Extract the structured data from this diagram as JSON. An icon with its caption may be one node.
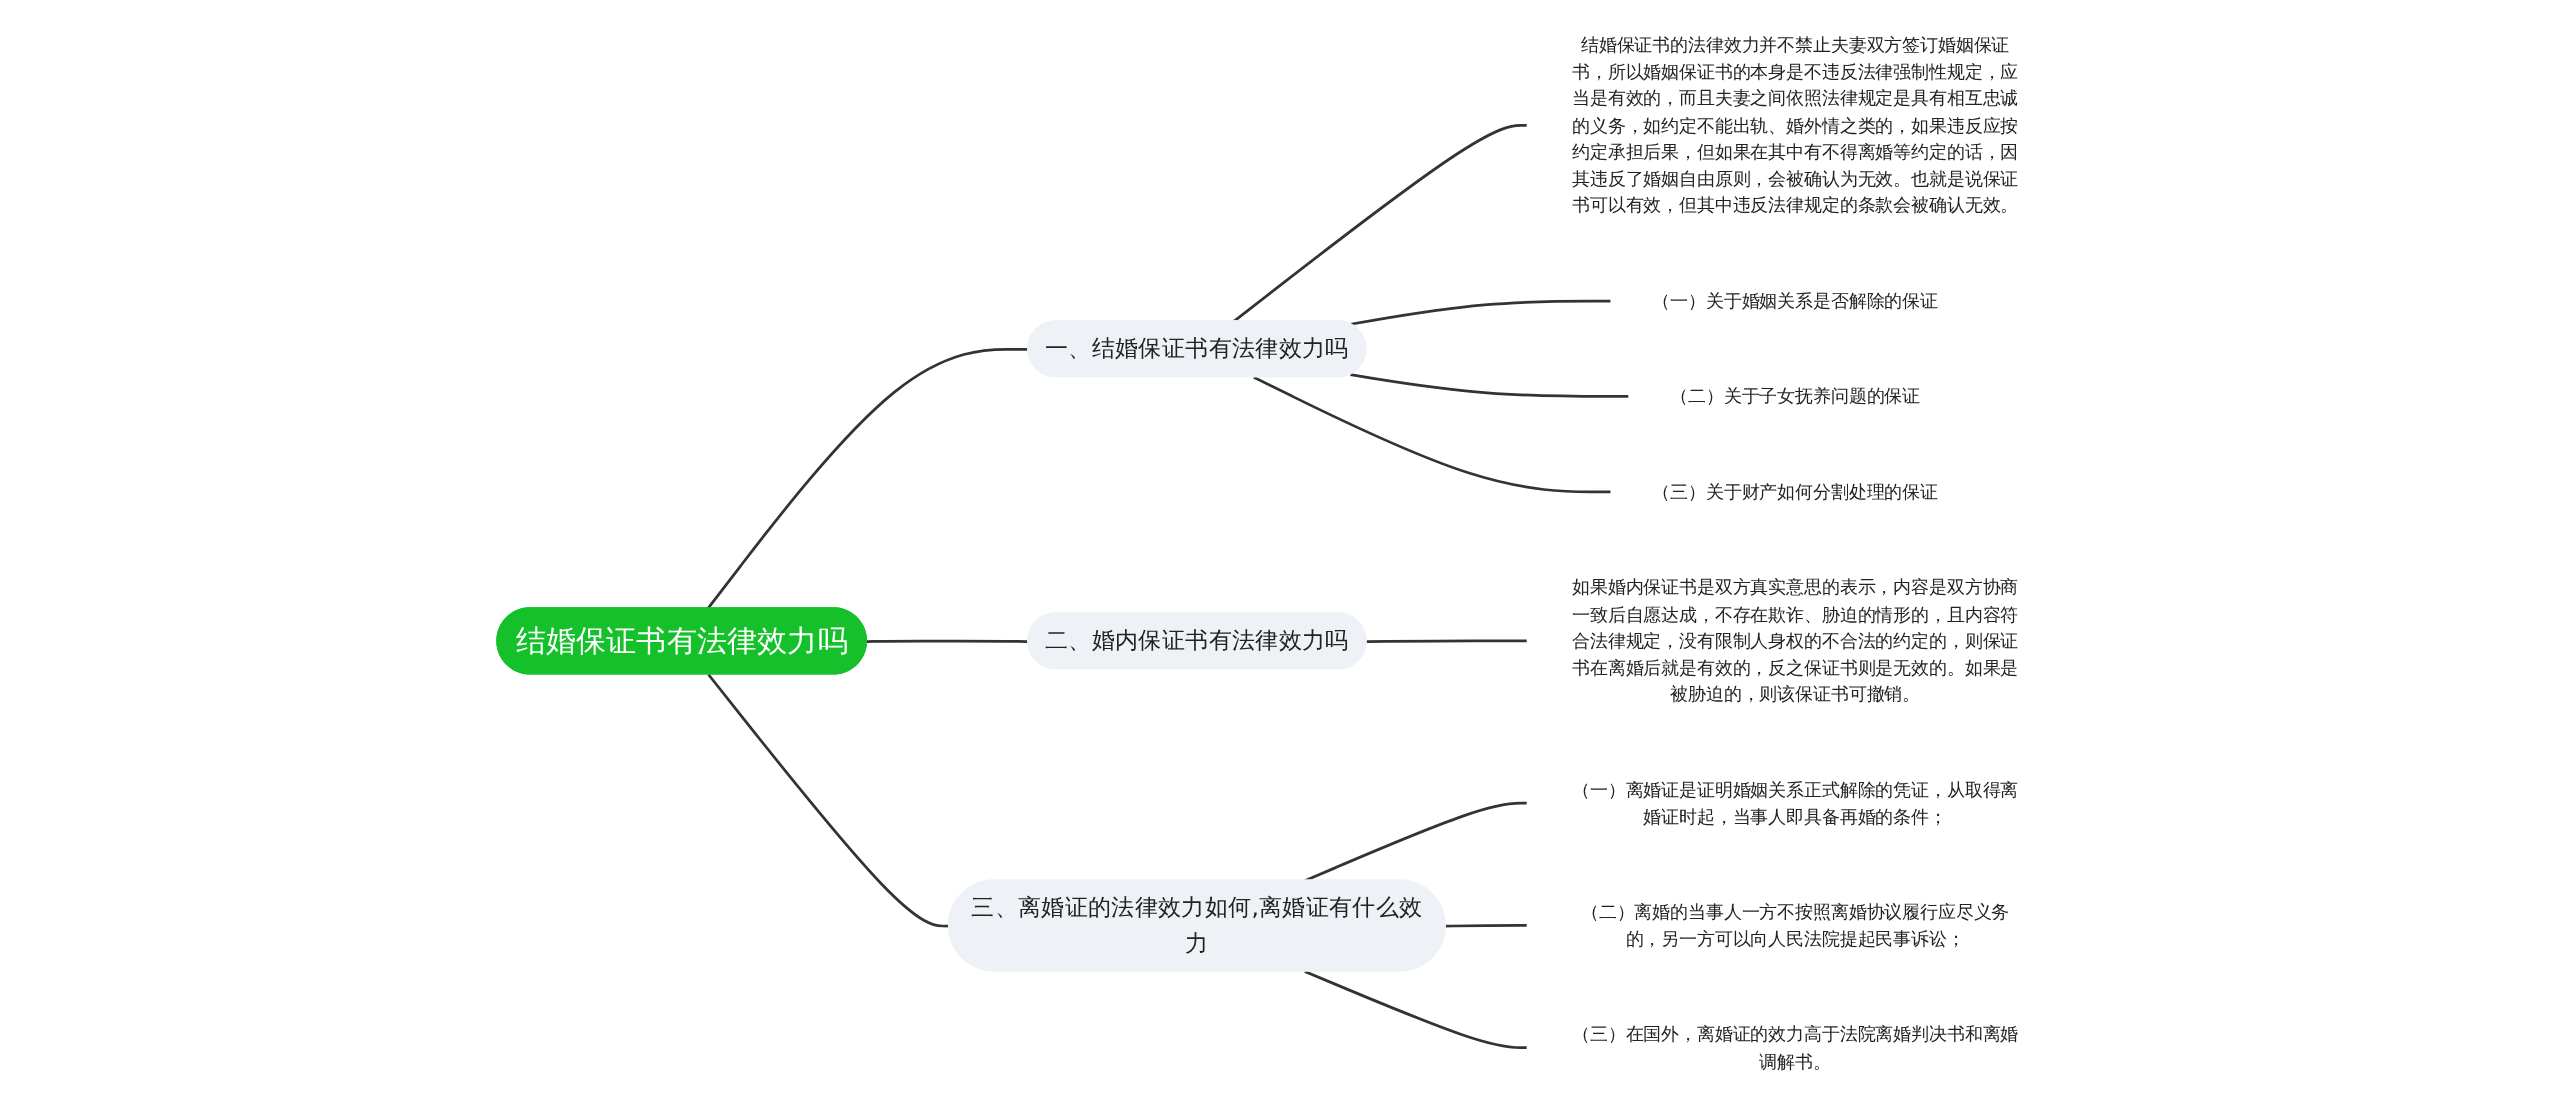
{
  "diagram": {
    "nodes": [
      {
        "text": [
          "结婚保证书有法律效力吗"
        ]
      },
      {
        "text": [
          "一、结婚保证书有法律效力吗"
        ]
      },
      {
        "text": [
          "结婚保证书的法律效力并不禁止夫妻双方签订婚姻保证书，所以婚姻保证书的本身是不违反法律强制性规定，应当是有效的，而且夫妻之间依照法律规定是具有相互忠诚的义务，如约定不能出轨、婚外情之类的，如果违反应按约定承担后果，但如果在其中有不得离婚等约定的话，因其违反了婚姻自由原则，会被确认为无效。也就是说保证书可以有效，但其中违反法律规定的条款会被确认无效。"
        ]
      },
      {
        "text": [
          "（一）关于婚姻关系是否解除的保证"
        ]
      },
      {
        "text": [
          "（二）关于子女抚养问题的保证"
        ]
      },
      {
        "text": [
          "（三）关于财产如何分割处理的保证"
        ]
      },
      {
        "text": [
          "二、婚内保证书有法律效力吗"
        ]
      },
      {
        "text": [
          "如果婚内保证书是双方真实意思的表示，内容是双方协商一致后自愿达成，不存在欺诈、胁迫的情形的，且内容符合法律规定，没有限制人身权的不合法的约定的，则保证书在离婚后就是有效的，反之保证书则是无效的。如果是被胁迫的，则该保证书可撤销。"
        ]
      },
      {
        "text": [
          "三、离婚证的法律效力如何,离婚证有什么效力"
        ]
      },
      {
        "text": [
          "（一）离婚证是证明婚姻关系正式解除的凭证，从取得离婚证时起，当事人即具备再婚的条件；"
        ]
      },
      {
        "text": [
          "（二）离婚的当事人一方不按照离婚协议履行应尽义务的，另一方可以向人民法院提起民事诉讼；"
        ]
      },
      {
        "text": [
          "（三）在国外，离婚证的效力高于法院离婚判决书和离婚调解书。"
        ]
      }
    ],
    "edges": [
      {
        "from": 0,
        "to": 1,
        "arrow": "none"
      },
      {
        "from": 1,
        "to": 2,
        "arrow": "none"
      },
      {
        "from": 1,
        "to": 3,
        "arrow": "none"
      },
      {
        "from": 1,
        "to": 4,
        "arrow": "none"
      },
      {
        "from": 1,
        "to": 5,
        "arrow": "none"
      },
      {
        "from": 0,
        "to": 6,
        "arrow": "none"
      },
      {
        "from": 6,
        "to": 7,
        "arrow": "none"
      },
      {
        "from": 0,
        "to": 8,
        "arrow": "none"
      },
      {
        "from": 8,
        "to": 9,
        "arrow": "none"
      },
      {
        "from": 8,
        "to": 10,
        "arrow": "none"
      },
      {
        "from": 8,
        "to": 11,
        "arrow": "none"
      }
    ]
  }
}
